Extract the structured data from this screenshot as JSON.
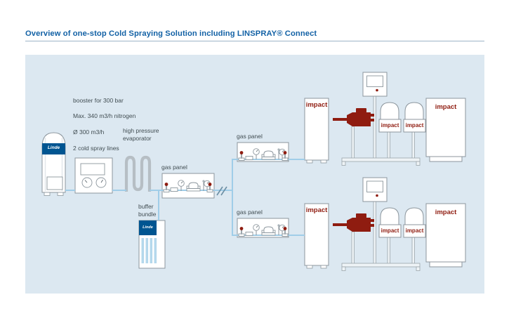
{
  "title": "Overview of one-stop Cold Spraying Solution including LINSPRAY® Connect",
  "diagram": {
    "labels": {
      "booster_specs": [
        "booster for 300 bar",
        "Max. 340 m3/h nitrogen",
        "Ø 300 m3/h",
        "2 cold spray lines"
      ],
      "evaporator": "high pressure evaporator",
      "gas_panel": "gas panel",
      "buffer_bundle": "buffer bundle",
      "impact": "impact",
      "linde": "Linde"
    },
    "colors": {
      "title_blue": "#1261a5",
      "diagram_background": "#dce8f1",
      "pipe_blue": "#a0cde8",
      "outline_gray": "#8c969d",
      "equipment_red": "#8f1c10",
      "linde_brand_blue": "#005591",
      "coil_gray": "#b6bec4",
      "label_text": "#414d52"
    }
  }
}
